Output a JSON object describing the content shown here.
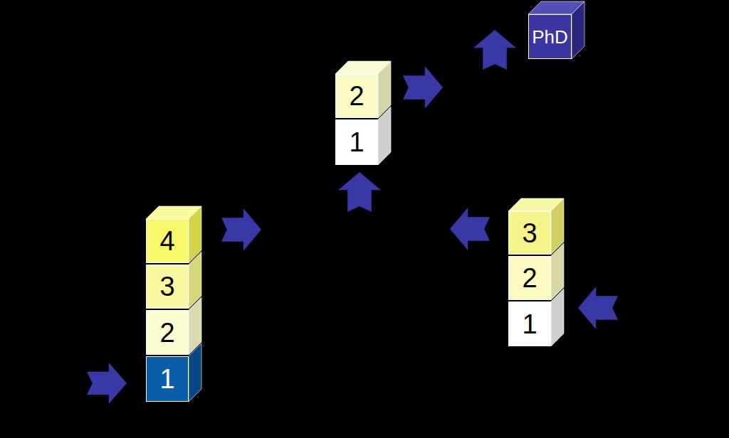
{
  "diagram": {
    "nodes": [
      {
        "text": [
          "4"
        ]
      },
      {
        "text": [
          "3"
        ]
      },
      {
        "text": [
          "2"
        ]
      },
      {
        "text": [
          "1"
        ]
      },
      {
        "text": [
          "2"
        ]
      },
      {
        "text": [
          "1"
        ]
      },
      {
        "text": [
          "PhD"
        ]
      },
      {
        "text": [
          "3"
        ]
      },
      {
        "text": [
          "2"
        ]
      },
      {
        "text": [
          "1"
        ]
      }
    ]
  }
}
